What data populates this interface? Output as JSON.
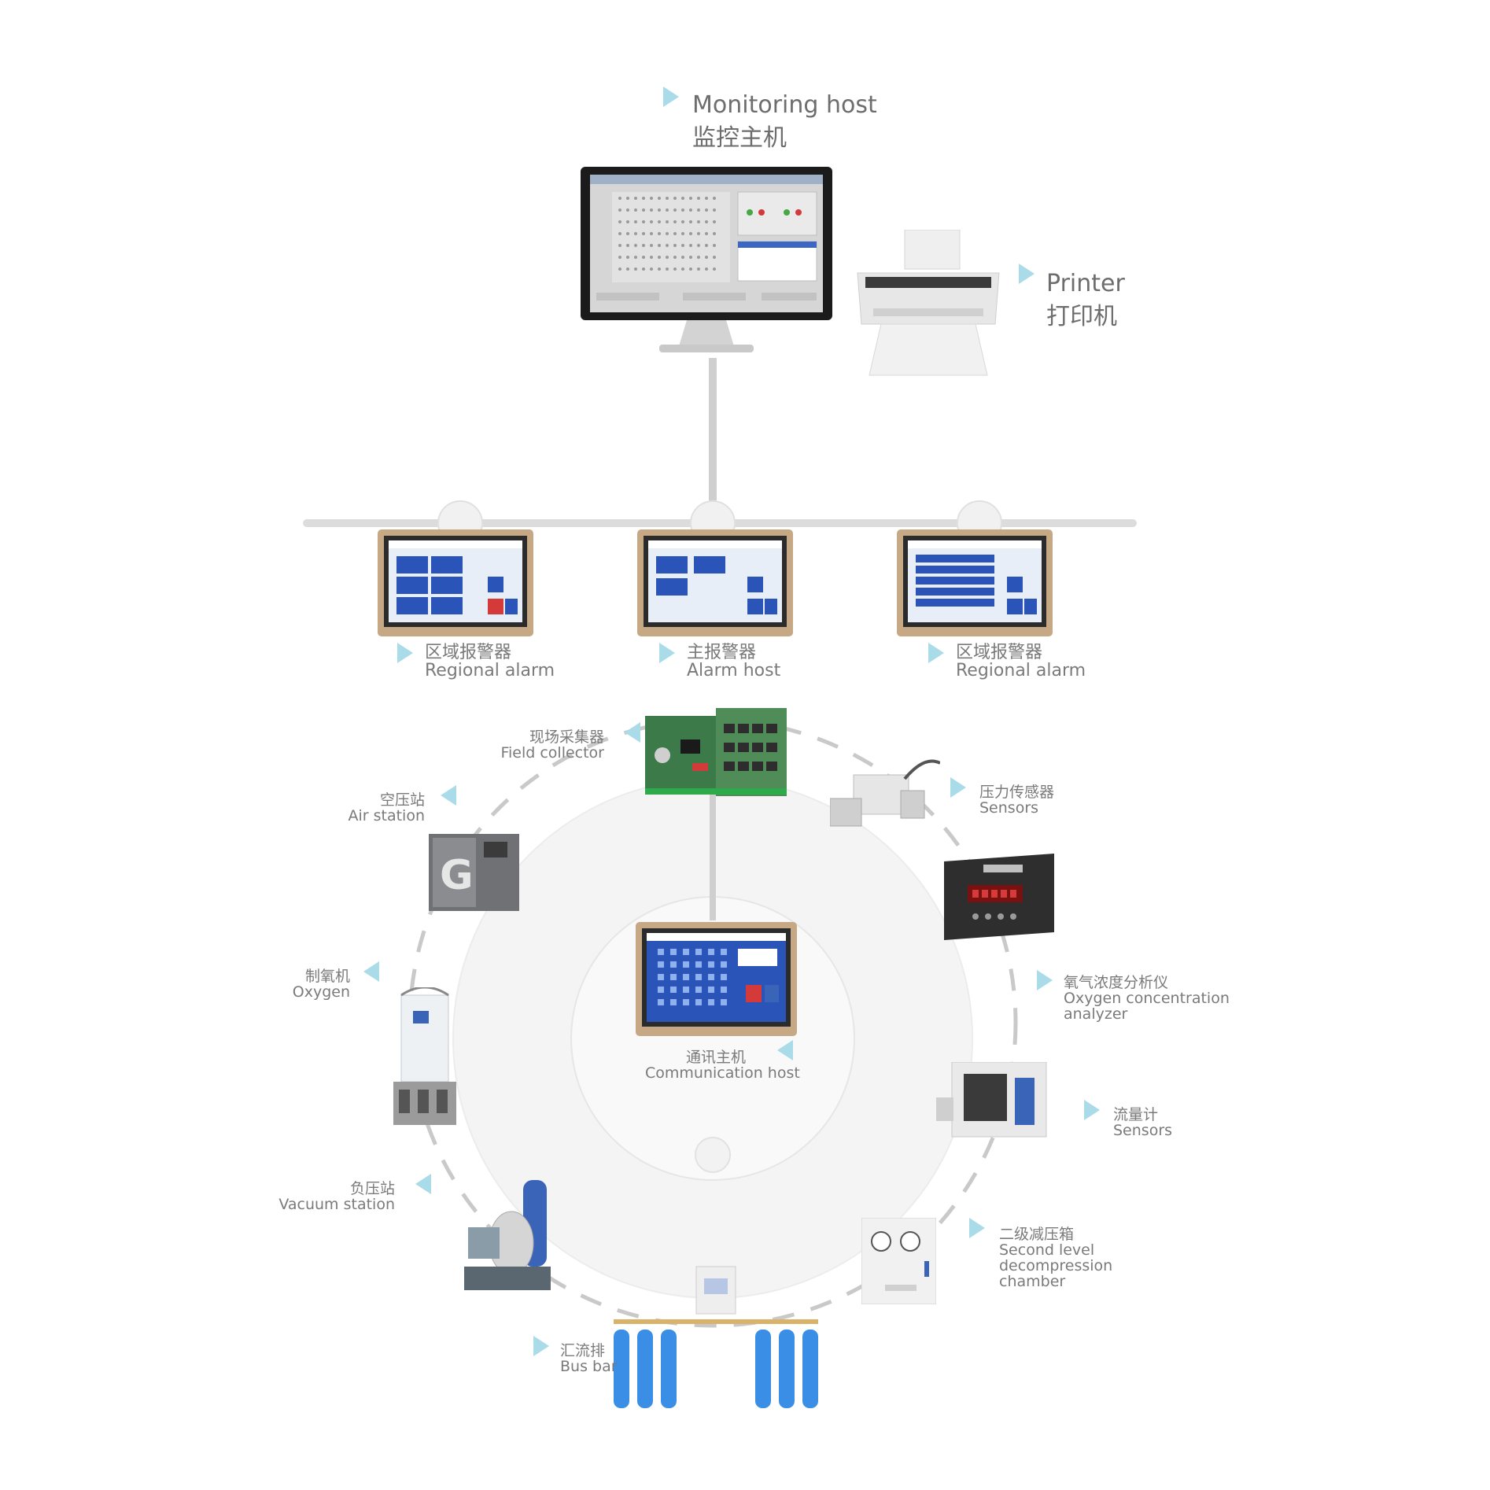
{
  "monitoring_host": {
    "en": "Monitoring host",
    "cn": "监控主机"
  },
  "printer": {
    "en": "Printer",
    "cn": "打印机"
  },
  "regional_alarm_left": {
    "cn": "区域报警器",
    "en": "Regional alarm"
  },
  "alarm_host": {
    "cn": "主报警器",
    "en": "Alarm host"
  },
  "regional_alarm_right": {
    "cn": "区域报警器",
    "en": "Regional alarm"
  },
  "field_collector": {
    "cn": "现场采集器",
    "en": "Field collector"
  },
  "air_station": {
    "cn": "空压站",
    "en": "Air station"
  },
  "pressure_sensors": {
    "cn": "压力传感器",
    "en": "Sensors"
  },
  "oxygen_plant": {
    "cn": "制氧机",
    "en": "Oxygen"
  },
  "oxygen_analyzer": {
    "cn": "氧气浓度分析仪",
    "en_line1": "Oxygen concentration",
    "en_line2": "analyzer"
  },
  "communication_host": {
    "cn": "通讯主机",
    "en": "Communication host"
  },
  "flow_meter": {
    "cn": "流量计",
    "en": "Sensors"
  },
  "vacuum_station": {
    "cn": "负压站",
    "en": "Vacuum station"
  },
  "second_level": {
    "cn": "二级减压箱",
    "en_line1": "Second level",
    "en_line2": "decompression",
    "en_line3": "chamber"
  },
  "bus_bar": {
    "cn": "汇流排",
    "en": "Bus bar"
  },
  "colors": {
    "accent": "#a9dbe8",
    "screen_blue": "#2a54b8",
    "line_gray": "#c8c8c8",
    "gold_frame": "#c7a884"
  }
}
